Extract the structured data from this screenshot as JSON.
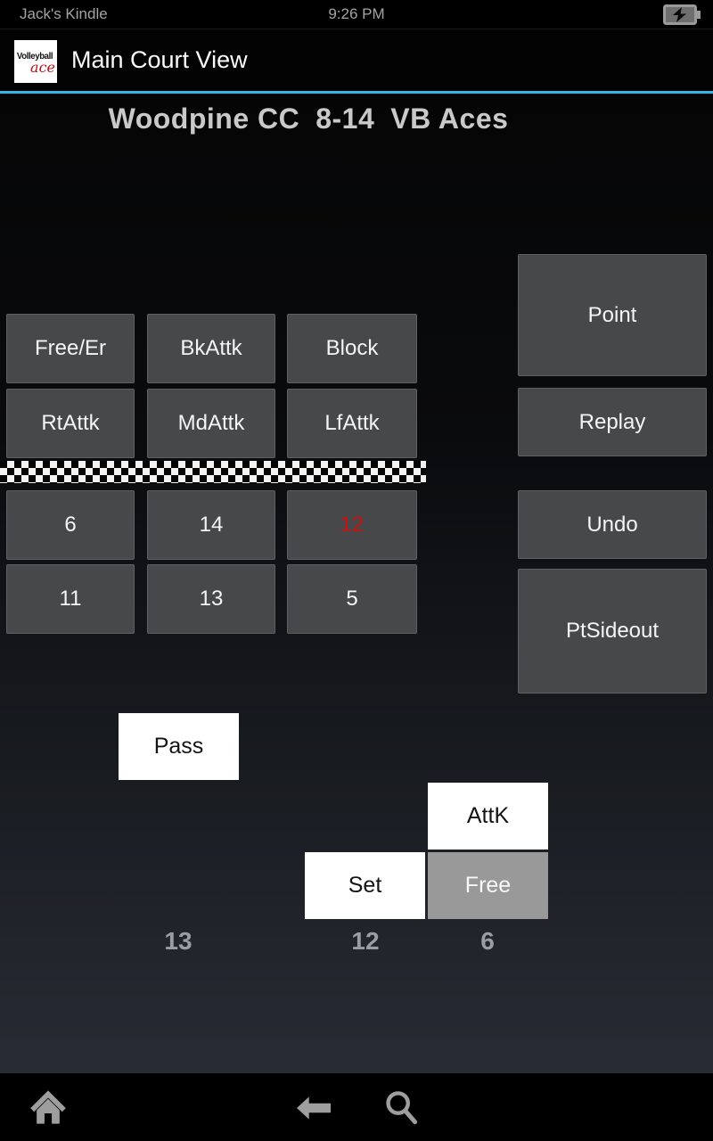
{
  "colors": {
    "accent_blue": "#33b5e5",
    "button_dark": "#464849",
    "highlight_red": "#cc1111",
    "net_white": "#f2f2f2"
  },
  "status_bar": {
    "device_name": "Jack's Kindle",
    "time": "9:26 PM",
    "battery": "charging"
  },
  "app_bar": {
    "logo_word": "Volleyball",
    "logo_script": "ace",
    "title": "Main Court View"
  },
  "scoreboard": {
    "left_team": "Woodpine CC",
    "score": "8-14",
    "right_team": "VB Aces"
  },
  "skill_buttons": [
    {
      "label": "Free/Er"
    },
    {
      "label": "BkAttk"
    },
    {
      "label": "Block"
    },
    {
      "label": "RtAttk"
    },
    {
      "label": "MdAttk"
    },
    {
      "label": "LfAttk"
    }
  ],
  "player_buttons": [
    {
      "label": "6"
    },
    {
      "label": "14"
    },
    {
      "label": "12",
      "color": "#cc1111"
    },
    {
      "label": "11"
    },
    {
      "label": "13"
    },
    {
      "label": "5"
    }
  ],
  "side_buttons": [
    {
      "label": "Point"
    },
    {
      "label": "Replay"
    },
    {
      "label": "Undo"
    },
    {
      "label": "PtSideout"
    }
  ],
  "rally_buttons": [
    {
      "label": "Pass"
    },
    {
      "label": "AttK"
    },
    {
      "label": "Set"
    },
    {
      "label": "Free"
    }
  ],
  "floor_numbers": [
    {
      "label": "13"
    },
    {
      "label": "12"
    },
    {
      "label": "6"
    }
  ]
}
